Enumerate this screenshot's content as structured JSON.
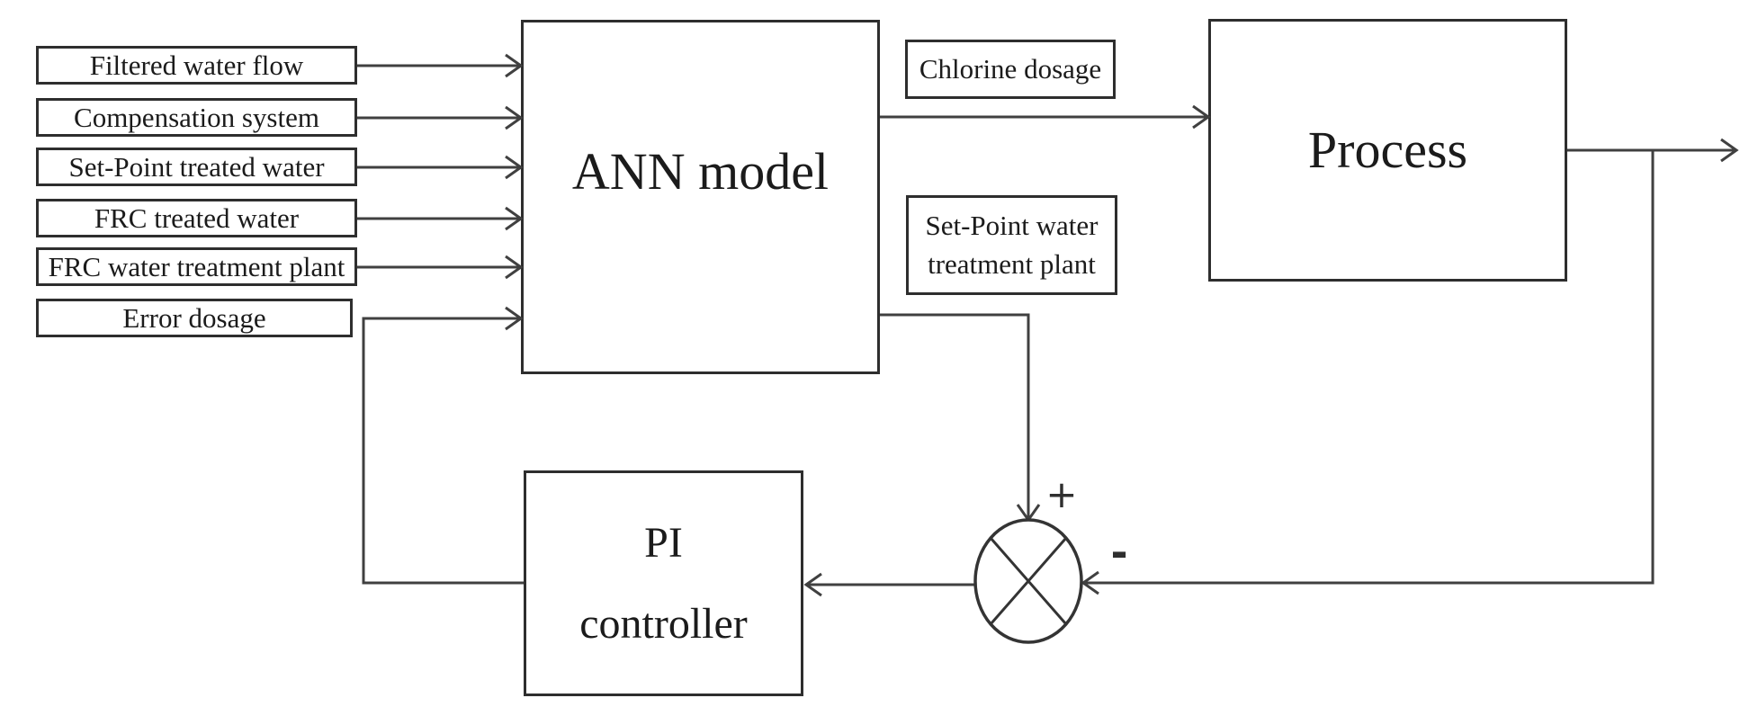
{
  "diagram": {
    "title": "ANN model PI control loop block diagram",
    "inputs": [
      {
        "label": "Filtered water flow"
      },
      {
        "label": "Compensation system"
      },
      {
        "label": "Set-Point treated water"
      },
      {
        "label": "FRC treated water"
      },
      {
        "label": "FRC water treatment plant"
      },
      {
        "label": "Error dosage"
      }
    ],
    "ann_model": {
      "label": "ANN model"
    },
    "chlorine_dosage": {
      "label": "Chlorine dosage"
    },
    "setpoint_water": {
      "line1": "Set-Point water",
      "line2": "treatment plant"
    },
    "process": {
      "label": "Process"
    },
    "pi_controller": {
      "line1": "PI",
      "line2": "controller"
    },
    "summing_junction": {
      "plus_label": "+",
      "minus_label": "-"
    },
    "colors": {
      "line": "#404040",
      "border": "#2e2e2e",
      "text": "#1b1b1b",
      "background": "#ffffff"
    }
  }
}
